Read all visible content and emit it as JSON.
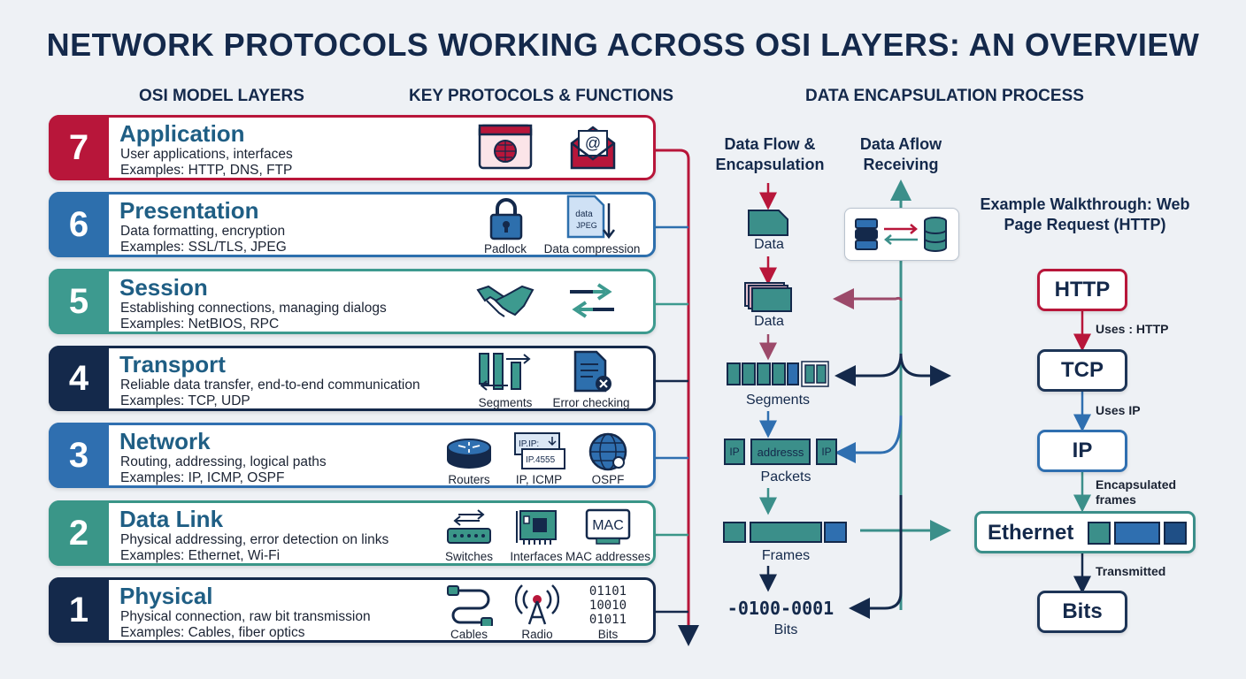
{
  "title": "NETWORK PROTOCOLS WORKING ACROSS OSI LAYERS: AN OVERVIEW",
  "headers": {
    "layers": "OSI MODEL LAYERS",
    "protocols": "KEY PROTOCOLS & FUNCTIONS",
    "encap": "DATA ENCAPSULATION PROCESS"
  },
  "colors": {
    "l7": "#b8163a",
    "l6": "#2d6fad",
    "l5": "#3d9a8f",
    "l4": "#14294b",
    "l3": "#2f6fb0",
    "l2": "#3a9688",
    "l1": "#14294b",
    "teal": "#3b8f8a"
  },
  "layers": [
    {
      "num": "7",
      "name": "Application",
      "desc": "User applications, interfaces",
      "examples": "Examples: HTTP, DNS, FTP"
    },
    {
      "num": "6",
      "name": "Presentation",
      "desc": "Data formatting, encryption",
      "examples": "Examples: SSL/TLS, JPEG"
    },
    {
      "num": "5",
      "name": "Session",
      "desc": "Establishing connections, managing dialogs",
      "examples": "Examples: NetBIOS, RPC"
    },
    {
      "num": "4",
      "name": "Transport",
      "desc": "Reliable data transfer, end-to-end communication",
      "examples": "Examples: TCP, UDP"
    },
    {
      "num": "3",
      "name": "Network",
      "desc": "Routing, addressing, logical paths",
      "examples": "Examples: IP, ICMP, OSPF"
    },
    {
      "num": "2",
      "name": "Data Link",
      "desc": "Physical addressing, error detection on links",
      "examples": "Examples: Ethernet, Wi-Fi"
    },
    {
      "num": "1",
      "name": "Physical",
      "desc": "Physical connection, raw bit transmission",
      "examples": "Examples: Cables, fiber optics"
    }
  ],
  "icons": {
    "padlock": "Padlock",
    "compression": "Data compression",
    "compression_text": [
      "data",
      "JPEG"
    ],
    "segments": "Segments",
    "error_checking": "Error checking",
    "routers": "Routers",
    "ip_icmp": "IP, ICMP",
    "ip_icmp_text": [
      "IP.IP:",
      "IP.4555"
    ],
    "ospf": "OSPF",
    "switches": "Switches",
    "interfaces": "Interfaces",
    "mac": "MAC addresses",
    "mac_text": "MAC",
    "cables": "Cables",
    "radio": "Radio",
    "bits": "Bits",
    "bits_text": [
      "01101",
      "10010",
      "01011"
    ]
  },
  "encap": {
    "send_title": "Data Flow & Encapsulation",
    "recv_title": "Data Aflow Receiving",
    "data1": "Data",
    "data2": "Data",
    "segments": "Segments",
    "packets": "Packets",
    "packet_ip": "IP",
    "packet_address": "addresss",
    "packet_ip2": "IP",
    "frames": "Frames",
    "bits_seq": "-0100-0001",
    "bits": "Bits"
  },
  "walkthrough": {
    "title": "Example Walkthrough: Web Page Request (HTTP)",
    "http": "HTTP",
    "uses_http": "Uses : HTTP",
    "tcp": "TCP",
    "uses_ip": "Uses IP",
    "ip": "IP",
    "encapsulated": "Encapsulated frames",
    "ethernet": "Ethernet",
    "transmitted": "Transmitted",
    "bits": "Bits"
  }
}
